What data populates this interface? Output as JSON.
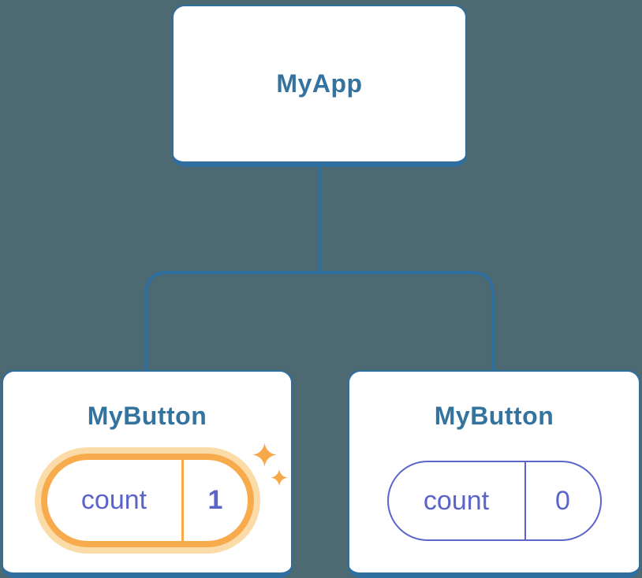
{
  "diagram": {
    "type": "component-tree",
    "root": {
      "label": "MyApp"
    },
    "children": [
      {
        "label": "MyButton",
        "state_key": "count",
        "state_value": "1",
        "highlighted": true
      },
      {
        "label": "MyButton",
        "state_key": "count",
        "state_value": "0",
        "highlighted": false
      }
    ]
  },
  "icons": {
    "sparkle_big": "sparkle-icon",
    "sparkle_small": "sparkle-icon"
  },
  "colors": {
    "background": "#4D6972",
    "connector": "#2F6F9F",
    "cardborder": "#2F6F9F",
    "heading": "#35739F",
    "purple": "#5B64C8",
    "orange": "#F7AB4D",
    "orangehalo": "#FBDCA8",
    "sparkle": "#F7A94A",
    "cardbg": "#FFFFFF"
  }
}
